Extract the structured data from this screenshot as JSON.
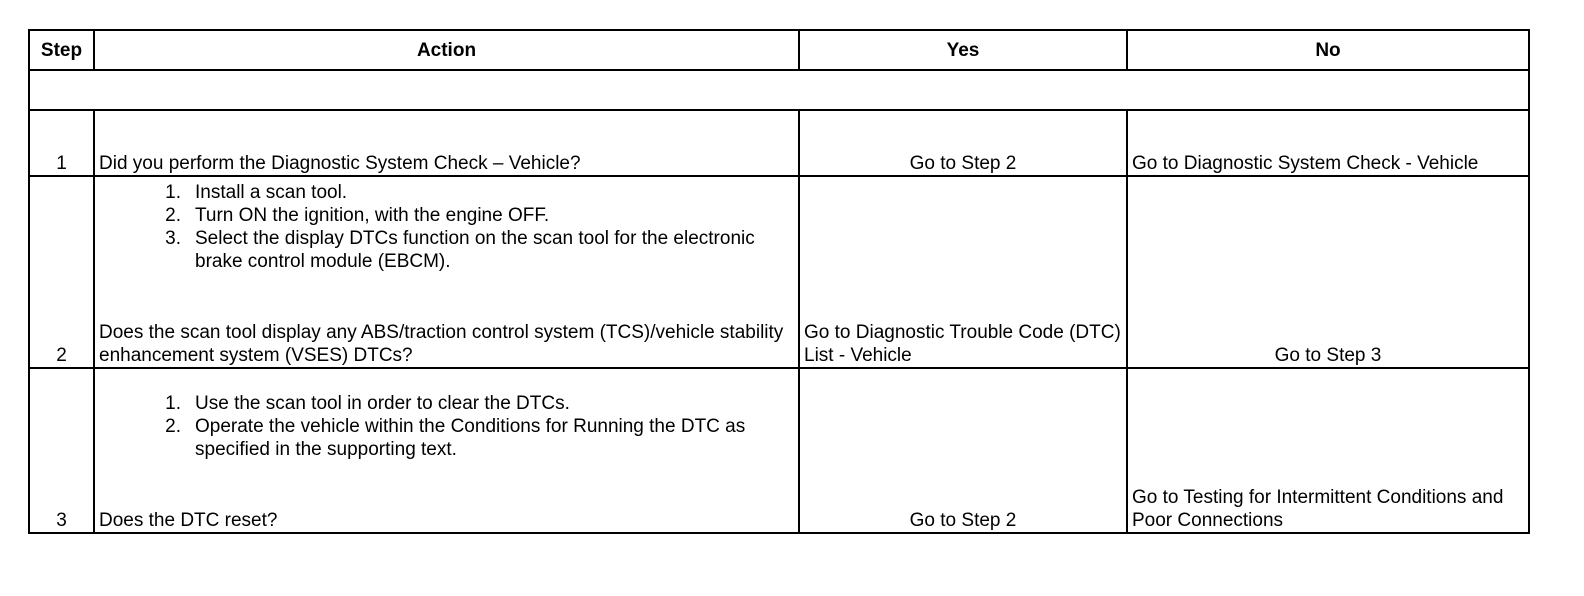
{
  "table": {
    "headers": {
      "step": "Step",
      "action": "Action",
      "yes": "Yes",
      "no": "No"
    },
    "rows": [
      {
        "step": "1",
        "question": "Did you perform the Diagnostic System Check – Vehicle?",
        "yes": "Go to Step 2",
        "no": "Go to Diagnostic System Check - Vehicle"
      },
      {
        "step": "2",
        "substeps": [
          {
            "num": "1.",
            "text": "Install a scan tool."
          },
          {
            "num": "2.",
            "text": "Turn ON the ignition, with the engine OFF."
          },
          {
            "num": "3.",
            "text": "Select the display DTCs function on the scan tool for the electronic brake control module (EBCM)."
          }
        ],
        "question": "Does the scan tool display any ABS/traction control system (TCS)/vehicle stability enhancement system (VSES) DTCs?",
        "yes": "Go to Diagnostic Trouble Code (DTC) List - Vehicle",
        "no": "Go to Step 3"
      },
      {
        "step": "3",
        "substeps": [
          {
            "num": "1.",
            "text": "Use the scan tool in order to clear the DTCs."
          },
          {
            "num": "2.",
            "text": "Operate the vehicle within the Conditions for Running the DTC as specified in the supporting text."
          }
        ],
        "question": "Does the DTC reset?",
        "yes": "Go to Step 2",
        "no": "Go to Testing for Intermittent Conditions and Poor Connections"
      }
    ]
  }
}
